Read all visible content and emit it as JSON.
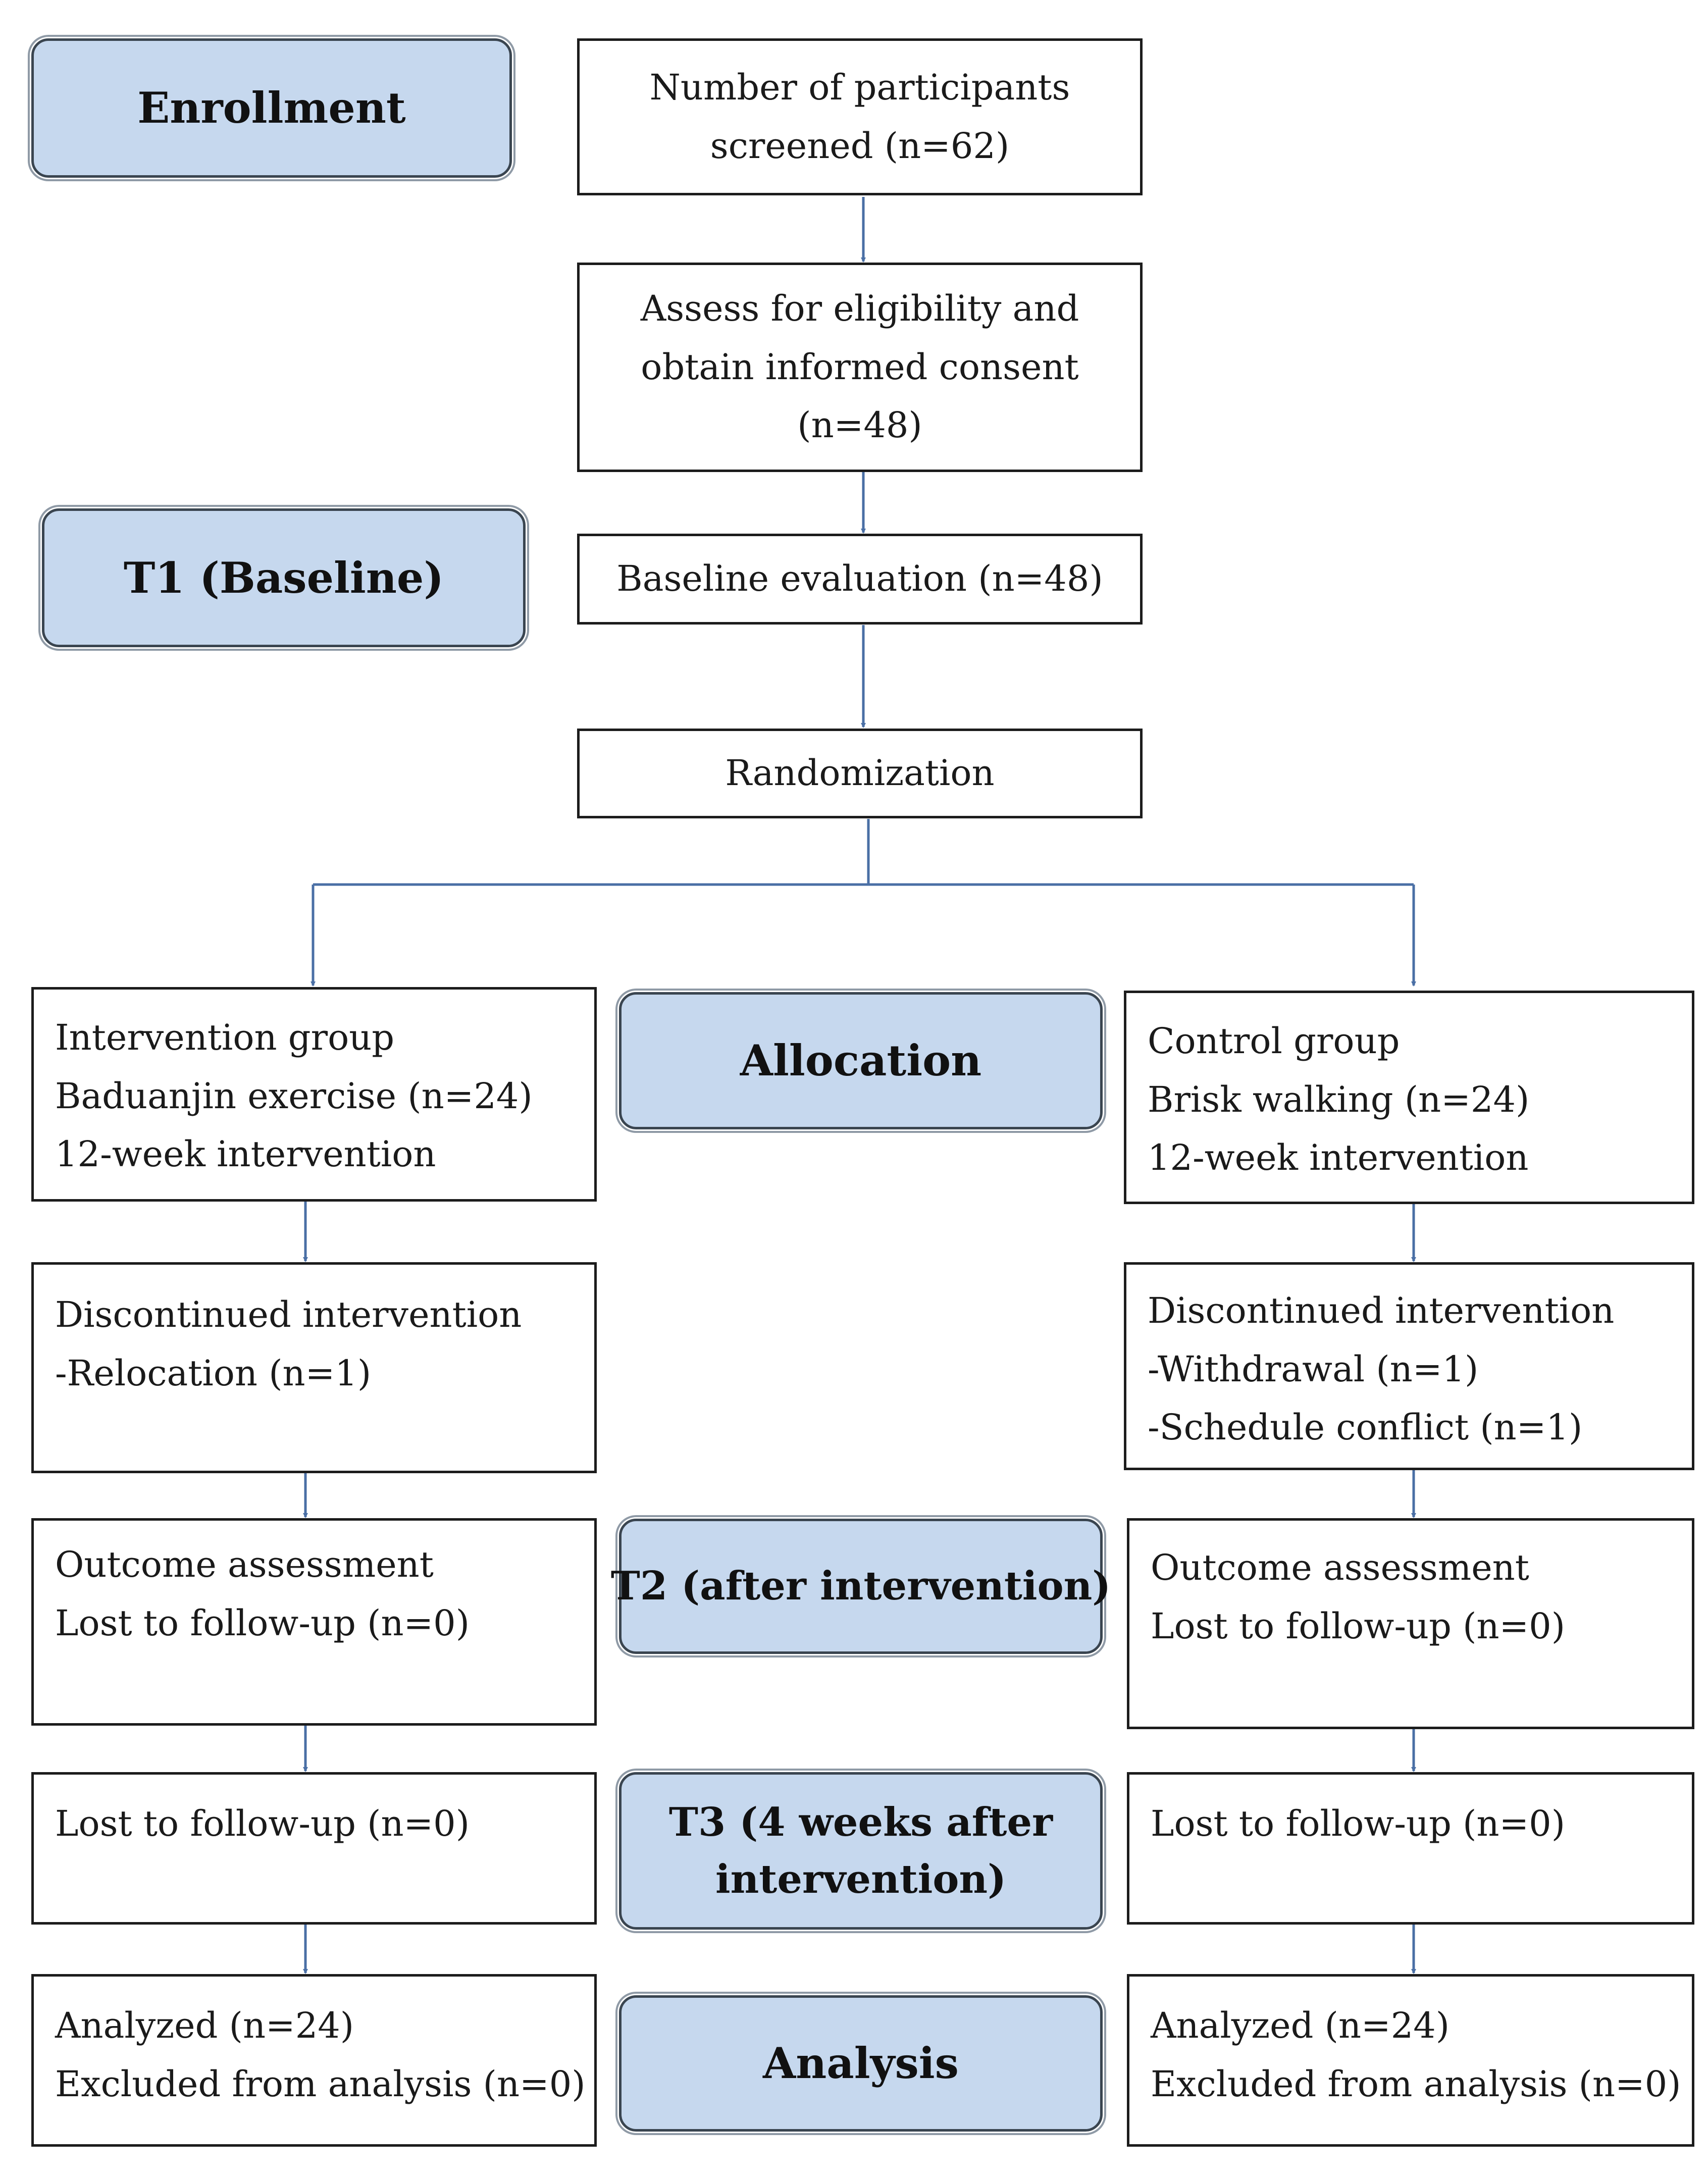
{
  "stages": {
    "enrollment": "Enrollment",
    "baseline": "T1 (Baseline)",
    "allocation": "Allocation",
    "t2": "T2 (after intervention)",
    "t3_line1": "T3 (4 weeks after",
    "t3_line2": "intervention)",
    "analysis": "Analysis"
  },
  "flow": {
    "screened_line1": "Number of participants",
    "screened_line2": "screened (n=62)",
    "eligibility_line1": "Assess for eligibility and",
    "eligibility_line2": "obtain informed consent",
    "eligibility_line3": "(n=48)",
    "baseline_eval": "Baseline evaluation (n=48)",
    "randomization": "Randomization"
  },
  "intervention_arm": {
    "group_line1": "Intervention group",
    "group_line2": "Baduanjin exercise (n=24)",
    "group_line3": "12-week intervention",
    "discontinued_line1": "Discontinued intervention",
    "discontinued_line2": "-Relocation (n=1)",
    "outcome_line1": "Outcome assessment",
    "outcome_line2": "Lost to follow-up (n=0)",
    "lost_followup": "Lost to follow-up (n=0)",
    "analyzed_line1": "Analyzed (n=24)",
    "analyzed_line2": "Excluded from analysis (n=0)"
  },
  "control_arm": {
    "group_line1": "Control group",
    "group_line2": "Brisk walking (n=24)",
    "group_line3": "12-week intervention",
    "discontinued_line1": "Discontinued intervention",
    "discontinued_line2": "-Withdrawal (n=1)",
    "discontinued_line3": "-Schedule conflict (n=1)",
    "outcome_line1": "Outcome assessment",
    "outcome_line2": "Lost to follow-up (n=0)",
    "lost_followup": "Lost to follow-up (n=0)",
    "analyzed_line1": "Analyzed (n=24)",
    "analyzed_line2": "Excluded from analysis (n=0)"
  },
  "colors": {
    "stage_fill": "#c6d8ee",
    "arrow": "#4a6fa5",
    "box_border": "#1c1c1c"
  }
}
